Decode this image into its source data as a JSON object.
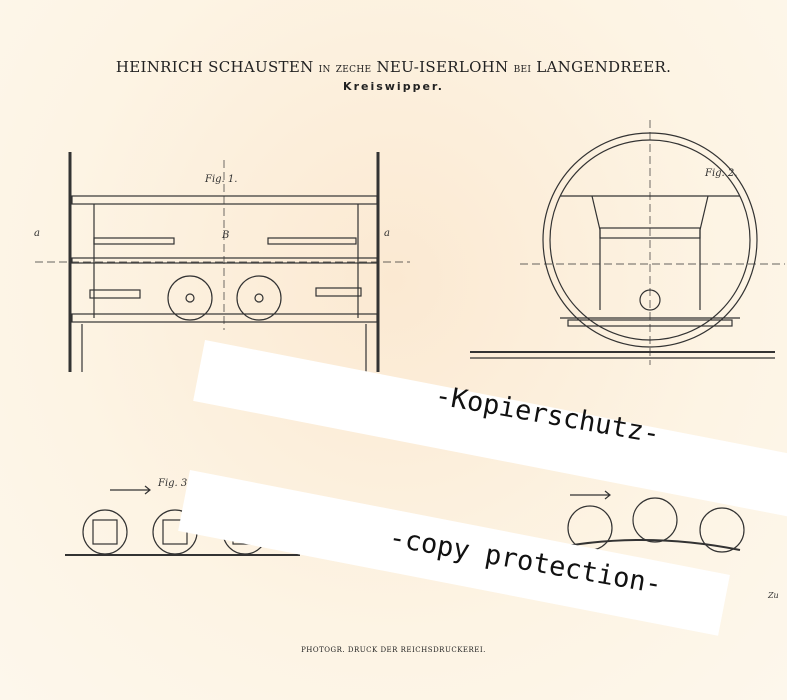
{
  "header": {
    "name": "HEINRICH SCHAUSTEN",
    "in": "IN",
    "place1": "ZECHE",
    "place2": "NEU-ISERLOHN",
    "bei": "BEI",
    "place3": "LANGENDREER.",
    "subtitle": "Kreiswipper."
  },
  "figures": {
    "fig1": "Fig. 1.",
    "fig2": "Fig. 2.",
    "fig3": "Fig. 3",
    "label_a": "a",
    "label_b": "B",
    "zu": "Zu"
  },
  "watermark": {
    "line1": "-Kopierschutz-",
    "line2": "-copy protection-"
  },
  "footer": "PHOTOGR. DRUCK DER REICHSDRUCKEREI."
}
